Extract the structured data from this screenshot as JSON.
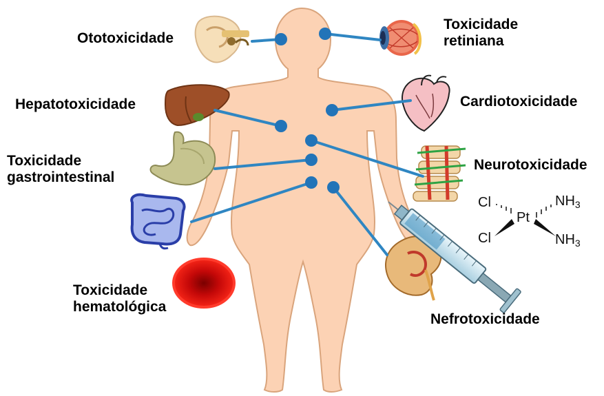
{
  "diagram": {
    "labels": {
      "ototoxicidade": [
        "Ototoxicidade"
      ],
      "retiniana": [
        "Toxicidade",
        "retiniana"
      ],
      "hepato": [
        "Hepatotoxicidade"
      ],
      "cardio": [
        "Cardiotoxicidade"
      ],
      "gastro": [
        "Toxicidade",
        "gastrointestinal"
      ],
      "neuro": [
        "Neurotoxicidade"
      ],
      "hemato": [
        "Toxicidade",
        "hematológica"
      ],
      "nefro": [
        "Nefrotoxicidade"
      ]
    },
    "molecule": {
      "metal": "Pt",
      "ligand_cl": "Cl",
      "ligand_nh": "NH",
      "ligand_nh_sub": "3"
    },
    "colors": {
      "body_fill": "#fcd2b4",
      "body_stroke": "#d9a47c",
      "connector": "#2f86c2",
      "marker": "#2274b8"
    },
    "icons": [
      "ear-icon",
      "eye-icon",
      "liver-icon",
      "heart-icon",
      "stomach-icon",
      "spine-icon",
      "intestine-icon",
      "red-blood-cell-icon",
      "kidney-icon",
      "syringe-icon"
    ]
  }
}
